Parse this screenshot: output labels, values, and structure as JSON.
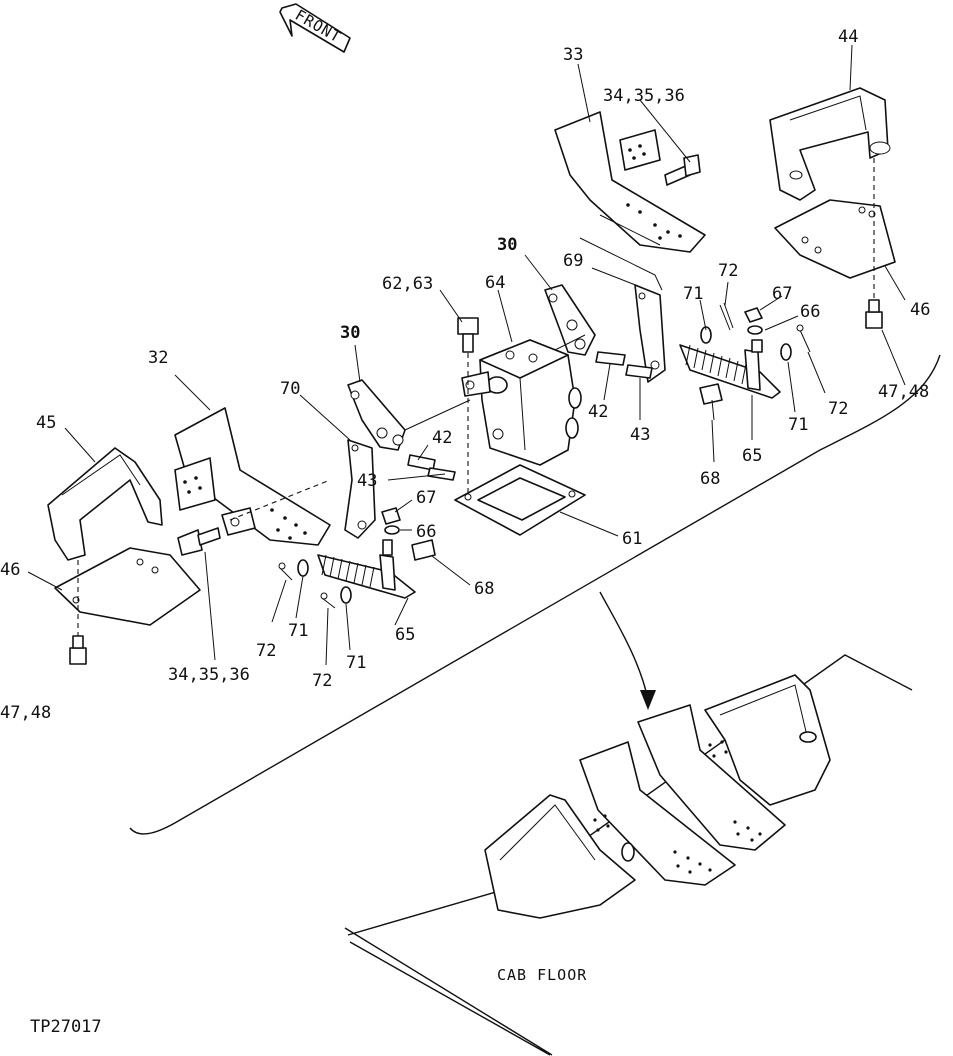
{
  "figure_id": "TP27017",
  "front_label": "FRONT",
  "cab_floor_label": "CAB FLOOR",
  "callouts": {
    "c33": "33",
    "c34_35_36_top": "34,35,36",
    "c44": "44",
    "c30_top": "30",
    "c69": "69",
    "c72_top": "72",
    "c62_63": "62,63",
    "c64": "64",
    "c67_right": "67",
    "c71_right_top": "71",
    "c66_right": "66",
    "c46_right": "46",
    "c30_mid": "30",
    "c32": "32",
    "c70": "70",
    "c42_right": "42",
    "c43_right": "43",
    "c72_right": "72",
    "c47_48_right": "47,48",
    "c71_right_bottom": "71",
    "c42_mid": "42",
    "c45": "45",
    "c43_mid": "43",
    "c65_right": "65",
    "c68_right": "68",
    "c67_mid": "67",
    "c66_mid": "66",
    "c61": "61",
    "c46_left": "46",
    "c68_mid": "68",
    "c72_left_a": "72",
    "c71_left_a": "71",
    "c65_left": "65",
    "c34_35_36_bottom": "34,35,36",
    "c72_left_b": "72",
    "c71_left_b": "71",
    "c47_48_left": "47,48"
  }
}
